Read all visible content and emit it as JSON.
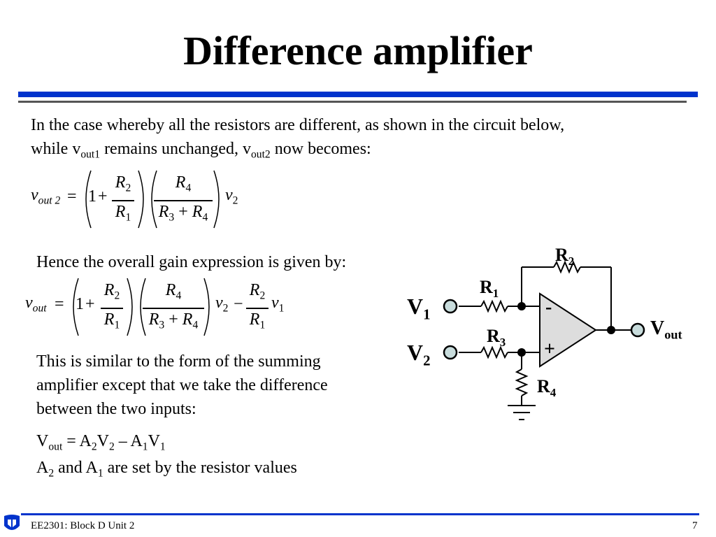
{
  "slide": {
    "title": "Difference amplifier",
    "intro_line1": "In the case whereby all the resistors are different, as shown in the circuit below,",
    "intro_line2_a": "while v",
    "intro_line2_sub1": "out1",
    "intro_line2_b": " remains unchanged, v",
    "intro_line2_sub2": "out2",
    "intro_line2_c": " now becomes:",
    "gain_intro": "Hence the overall gain expression is given by:",
    "similar_line1": "This is similar to the form of the summing",
    "similar_line2": "amplifier except that we take the difference",
    "similar_line3": "between the two inputs:",
    "vout_eq": {
      "v": "V",
      "out": "out",
      "eq": " = A",
      "a2": "2",
      "v2": "V",
      "v2sub": "2",
      "minus": " – A",
      "a1": "1",
      "v1": "V",
      "v1sub": "1"
    },
    "a_line": {
      "a": "A",
      "a2sub": "2",
      "mid": " and A",
      "a1sub": "1",
      "rest": " are set by the resistor values"
    }
  },
  "equation1": {
    "lhs_v": "v",
    "lhs_sub": "out 2",
    "eq": "=",
    "one": "1",
    "plus": "+",
    "f1_num": "R",
    "f1_num_sub": "2",
    "f1_den": "R",
    "f1_den_sub": "1",
    "f2_num": "R",
    "f2_num_sub": "4",
    "f2_den_a": "R",
    "f2_den_a_sub": "3",
    "f2_den_plus": " + ",
    "f2_den_b": "R",
    "f2_den_b_sub": "4",
    "rhs_v": "v",
    "rhs_sub": "2"
  },
  "equation2": {
    "lhs_v": "v",
    "lhs_sub": "out",
    "eq": "=",
    "one": "1",
    "plus": "+",
    "f1_num": "R",
    "f1_num_sub": "2",
    "f1_den": "R",
    "f1_den_sub": "1",
    "f2_num": "R",
    "f2_num_sub": "4",
    "f2_den_a": "R",
    "f2_den_a_sub": "3",
    "f2_den_plus": " + ",
    "f2_den_b": "R",
    "f2_den_b_sub": "4",
    "v2": "v",
    "v2_sub": "2",
    "minus": "−",
    "f3_num": "R",
    "f3_num_sub": "2",
    "f3_den": "R",
    "f3_den_sub": "1",
    "v1": "v",
    "v1_sub": "1"
  },
  "circuit": {
    "r2": "R",
    "r2_sub": "2",
    "r1": "R",
    "r1_sub": "1",
    "r3": "R",
    "r3_sub": "3",
    "r4": "R",
    "r4_sub": "4",
    "v1": "V",
    "v1_sub": "1",
    "v2": "V",
    "v2_sub": "2",
    "vout": "V",
    "vout_sub": "out",
    "minus": "-",
    "plus": "+"
  },
  "footer": {
    "course": "EE2301: Block D Unit 2",
    "page": "7",
    "logo_icon": "university-logo-icon"
  },
  "colors": {
    "accent_blue": "#0033cc",
    "rule_grey": "#555555",
    "opamp_fill": "#dddddd",
    "terminal_fill": "#c8dcdc"
  }
}
